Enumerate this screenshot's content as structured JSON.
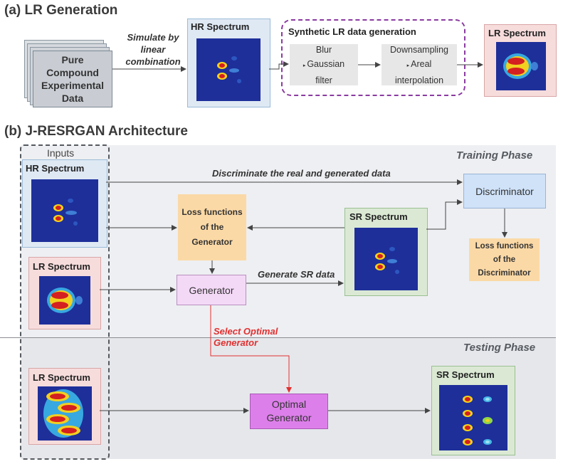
{
  "section_a": {
    "title": "(a) LR Generation",
    "pure_compound": [
      "Pure",
      "Compound",
      "Experimental",
      "Data"
    ],
    "simulate_label": [
      "Simulate by",
      "linear",
      "combination"
    ],
    "hr_title": "HR Spectrum",
    "synthetic_title": "Synthetic LR data generation",
    "blur_step": [
      "Blur",
      "Gaussian",
      "filter"
    ],
    "downsampling_step": [
      "Downsampling",
      "Areal",
      "interpolation"
    ],
    "lr_title": "LR Spectrum"
  },
  "section_b": {
    "title": "(b) J-RESRGAN Architecture",
    "inputs_label": "Inputs",
    "training_phase": "Training Phase",
    "testing_phase": "Testing Phase",
    "hr_title": "HR Spectrum",
    "lr_title": "LR Spectrum",
    "sr_title": "SR Spectrum",
    "test_lr_title": "LR Spectrum",
    "test_sr_title": "SR Spectrum",
    "discriminate_label": "Discriminate the real and generated data",
    "discriminator": "Discriminator",
    "loss_generator": [
      "Loss functions",
      "of the",
      "Generator"
    ],
    "loss_discriminator": [
      "Loss functions",
      "of the",
      "Discriminator"
    ],
    "generator": "Generator",
    "generate_sr_label": "Generate SR data",
    "select_optimal": [
      "Select Optimal",
      "Generator"
    ],
    "optimal_generator": [
      "Optimal",
      "Generator"
    ]
  },
  "colors": {
    "hr_card": "#dfe9f4",
    "lr_card": "#f7dcdc",
    "sr_card": "#dbe9d4",
    "loss_box": "#fbd9a6",
    "discriminator_box": "#cfe2f8",
    "generator_box": "#f4d9f7",
    "optimal_generator_box": "#dd7fea",
    "select_arrow": "#e03030",
    "synthetic_border": "#8a3aa0",
    "spectrum_bg": "#1e2f9a"
  }
}
